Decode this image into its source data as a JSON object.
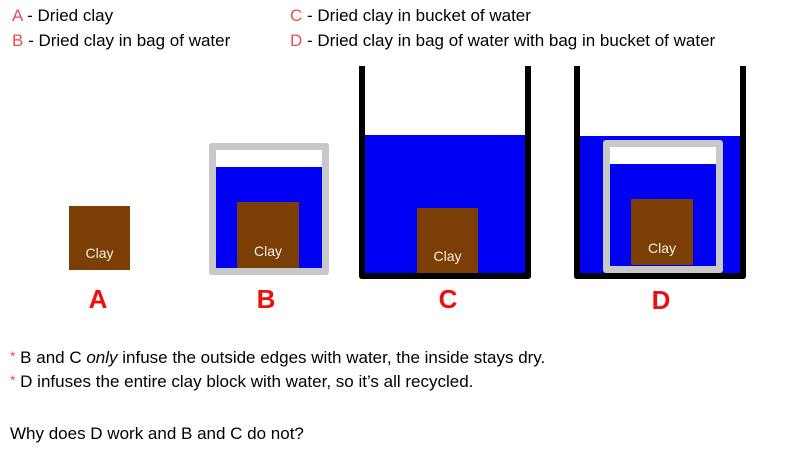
{
  "legend": [
    {
      "letter": "A",
      "text": " - Dried clay"
    },
    {
      "letter": "B",
      "text": " - Dried clay in bag of water"
    },
    {
      "letter": "C",
      "text": " - Dried clay in bucket of water"
    },
    {
      "letter": "D",
      "text": " - Dried clay in bag of water with bag in bucket of water"
    }
  ],
  "diagrams": {
    "clay_label": "Clay",
    "labels": [
      "A",
      "B",
      "C",
      "D"
    ]
  },
  "notes": [
    {
      "bullet": "*",
      "pre": " B and C ",
      "em": "only",
      "post": " infuse the outside edges with water, the inside stays dry."
    },
    {
      "bullet": "*",
      "text": " D infuses the entire clay block with water, so it’s all recycled."
    }
  ],
  "question": "Why does D work and B and C do not?",
  "colors": {
    "clay": "#7b3f06",
    "water": "#0000f5",
    "bag": "#c8c8c8",
    "bucket": "#000000",
    "label": "#f00d0d",
    "legend_letter": "#e8504f"
  }
}
